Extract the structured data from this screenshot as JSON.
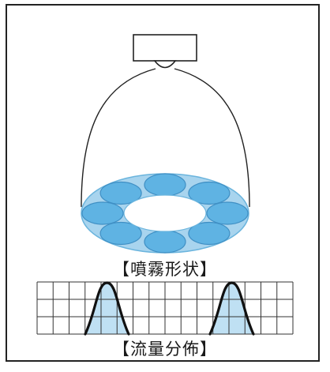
{
  "captions": {
    "spray_shape": "【噴霧形状】",
    "flow_distribution": "【流量分佈】"
  },
  "colors": {
    "outline": "#222222",
    "spray_ring_fill": "#a8d4ee",
    "spray_ring_stroke": "#6ab4dd",
    "droplet_fill": "#5fb3e3",
    "droplet_stroke": "#3f8fc4",
    "flow_fill": "#bfe0f3",
    "grid_line": "#333333"
  },
  "nozzle": {
    "icon": "spray-nozzle-icon"
  },
  "spray_pattern": {
    "shape": "hollow-cone",
    "droplet_count": 8
  },
  "flow_chart": {
    "grid_columns": 16,
    "grid_rows": 3,
    "peaks": 2
  }
}
